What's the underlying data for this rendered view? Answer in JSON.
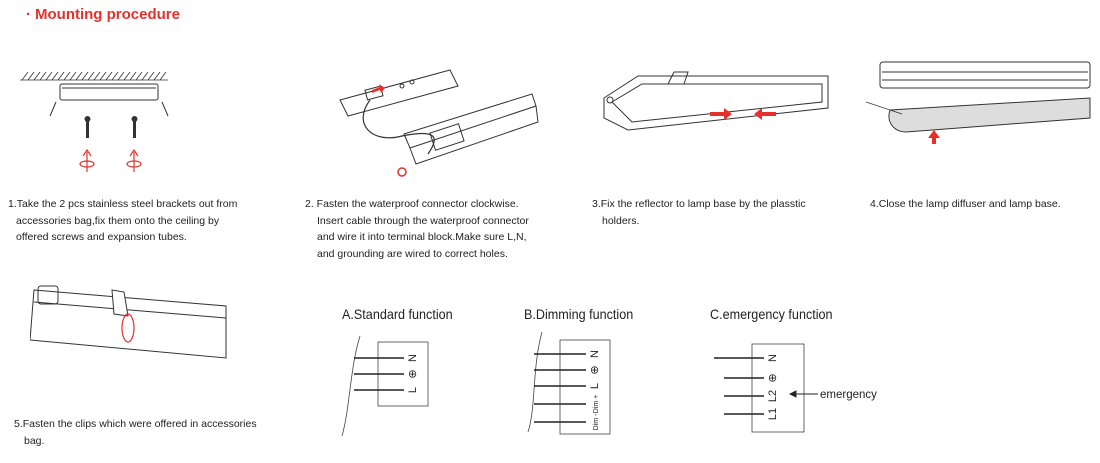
{
  "heading": {
    "bullet": "·",
    "text": "Mounting procedure"
  },
  "steps": [
    {
      "lines": [
        "1.Take the 2 pcs stainless steel brackets out from",
        "accessories bag,fix them onto the ceiling by",
        "offered screws and expansion tubes."
      ]
    },
    {
      "lines": [
        "2. Fasten the waterproof connector clockwise.",
        "Insert cable through the waterproof connector",
        "and wire it into terminal block.Make sure L,N,",
        "and grounding are wired to correct holes."
      ]
    },
    {
      "lines": [
        "3.Fix the reflector to lamp base by the plasstic",
        "holders."
      ]
    },
    {
      "lines": [
        "4.Close the lamp diffuser and lamp base."
      ]
    },
    {
      "lines": [
        "5.Fasten the clips which were offered in accessories",
        "bag."
      ]
    }
  ],
  "functions": {
    "standard": {
      "title": "A.Standard  function",
      "terminals": [
        "N",
        "⊕",
        "L"
      ]
    },
    "dimming": {
      "title": "B.Dimming  function",
      "terminals": [
        "N",
        "⊕",
        "L",
        "Dim +",
        "Dim -"
      ]
    },
    "emergency": {
      "title": "C.emergency  function",
      "terminals": [
        "N",
        "⊕",
        "L2",
        "L1"
      ],
      "arrow_label": "emergency"
    }
  },
  "colors": {
    "accent": "#e5302b",
    "line": "#222222"
  }
}
